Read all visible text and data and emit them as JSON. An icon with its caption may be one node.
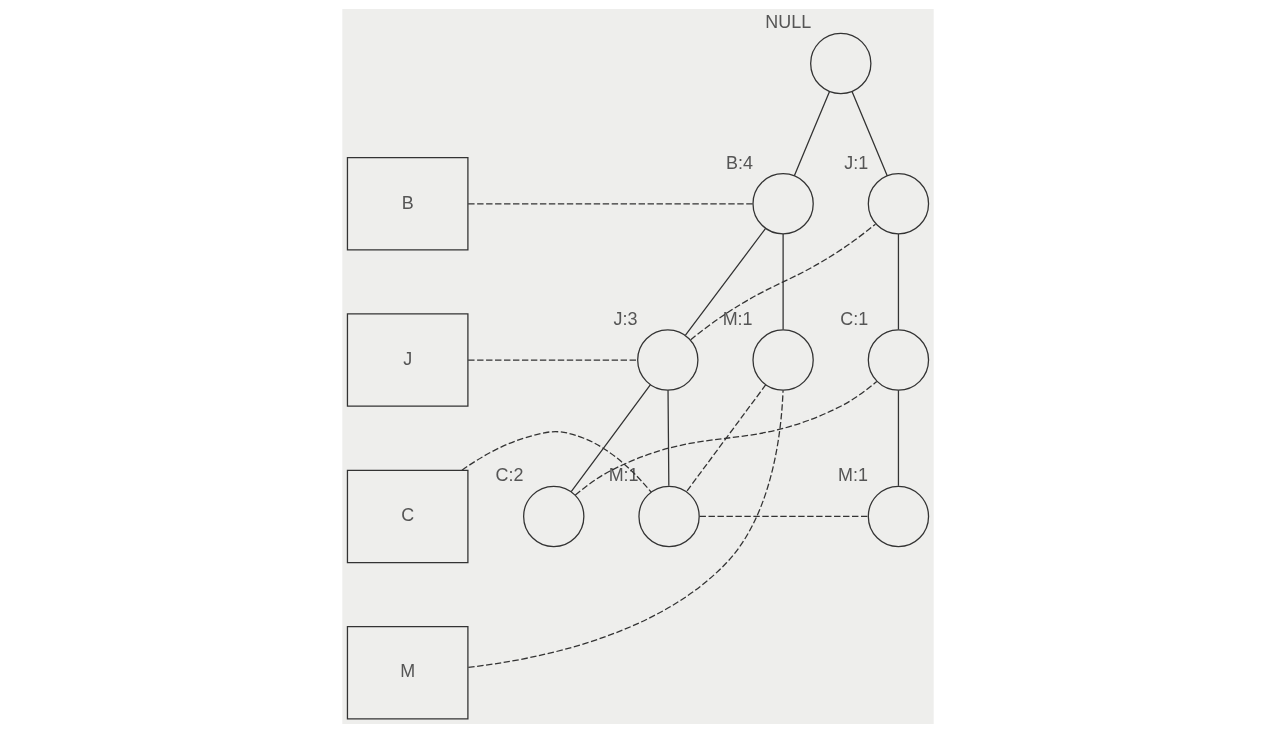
{
  "diagram": {
    "nodes": [
      {
        "text": [
          "B"
        ]
      },
      {
        "text": [
          "J"
        ]
      },
      {
        "text": [
          "C"
        ]
      },
      {
        "text": [
          "M"
        ]
      },
      {
        "text": [],
        "shape": "circle",
        "beside": [
          "NULL"
        ]
      },
      {
        "text": [],
        "shape": "circle",
        "beside": [
          "B:4"
        ]
      },
      {
        "text": [],
        "shape": "circle",
        "beside": [
          "J:1"
        ]
      },
      {
        "text": [],
        "shape": "circle",
        "beside": [
          "J:3"
        ]
      },
      {
        "text": [],
        "shape": "circle",
        "beside": [
          "M:1"
        ]
      },
      {
        "text": [],
        "shape": "circle",
        "beside": [
          "C:1"
        ]
      },
      {
        "text": [],
        "shape": "circle",
        "beside": [
          "C:2"
        ]
      },
      {
        "text": [],
        "shape": "circle",
        "beside": [
          "M:1"
        ]
      },
      {
        "text": [],
        "shape": "circle",
        "beside": [
          "M:1"
        ]
      }
    ],
    "edges": [
      {
        "from": 4,
        "to": 5,
        "arrow": "none"
      },
      {
        "from": 4,
        "to": 6,
        "arrow": "none"
      },
      {
        "from": 5,
        "to": 7,
        "arrow": "none"
      },
      {
        "from": 5,
        "to": 8,
        "arrow": "none"
      },
      {
        "from": 7,
        "to": 10,
        "arrow": "none"
      },
      {
        "from": 7,
        "to": 11,
        "arrow": "none"
      },
      {
        "from": 6,
        "to": 9,
        "arrow": "none"
      },
      {
        "from": 9,
        "to": 12,
        "arrow": "none"
      },
      {
        "from": 0,
        "to": 5,
        "arrow": "none",
        "style": "dashed"
      },
      {
        "from": 1,
        "to": 7,
        "arrow": "none",
        "style": "dashed"
      },
      {
        "from": 7,
        "to": 6,
        "arrow": "none",
        "style": "dashed"
      },
      {
        "from": 2,
        "to": 11,
        "arrow": "none",
        "style": "dashed"
      },
      {
        "from": 3,
        "to": 8,
        "arrow": "none",
        "style": "dashed"
      },
      {
        "from": 10,
        "to": 9,
        "arrow": "none",
        "style": "dashed"
      },
      {
        "from": 8,
        "to": 11,
        "arrow": "none",
        "style": "dashed"
      },
      {
        "from": 11,
        "to": 12,
        "arrow": "none",
        "style": "dashed"
      }
    ]
  }
}
